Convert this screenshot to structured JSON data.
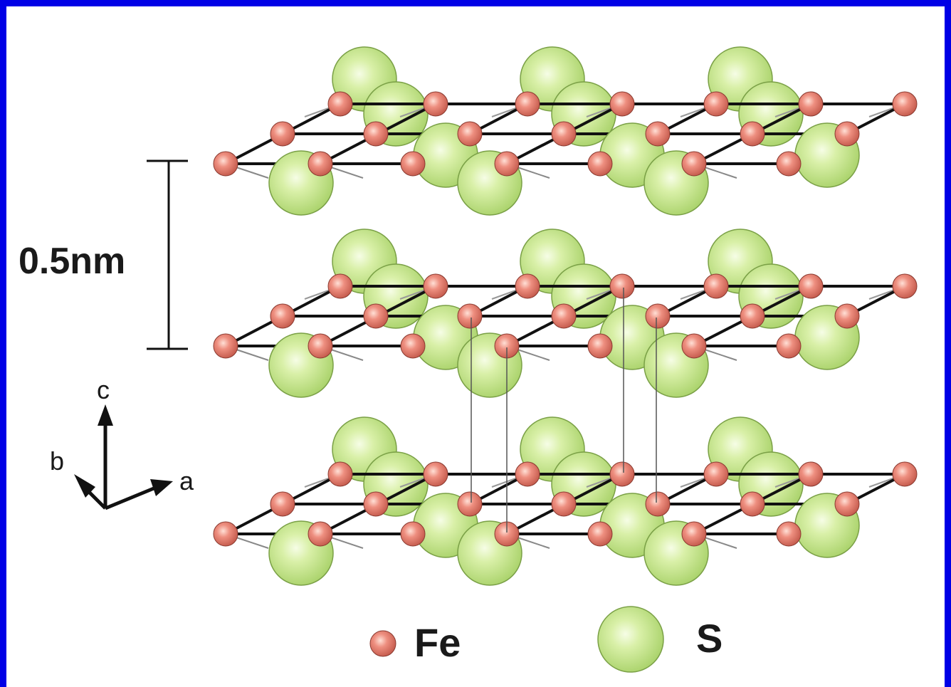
{
  "scale_bar": {
    "label": "0.5nm"
  },
  "axes": {
    "c": "c",
    "b": "b",
    "a": "a"
  },
  "legend": {
    "items": [
      {
        "key": "fe",
        "label": "Fe"
      },
      {
        "key": "s",
        "label": "S"
      }
    ]
  },
  "colors": {
    "frame": "#0000e6",
    "fe_atom": "#e0786a",
    "s_atom": "#c8e88e",
    "bond": "#111111"
  }
}
